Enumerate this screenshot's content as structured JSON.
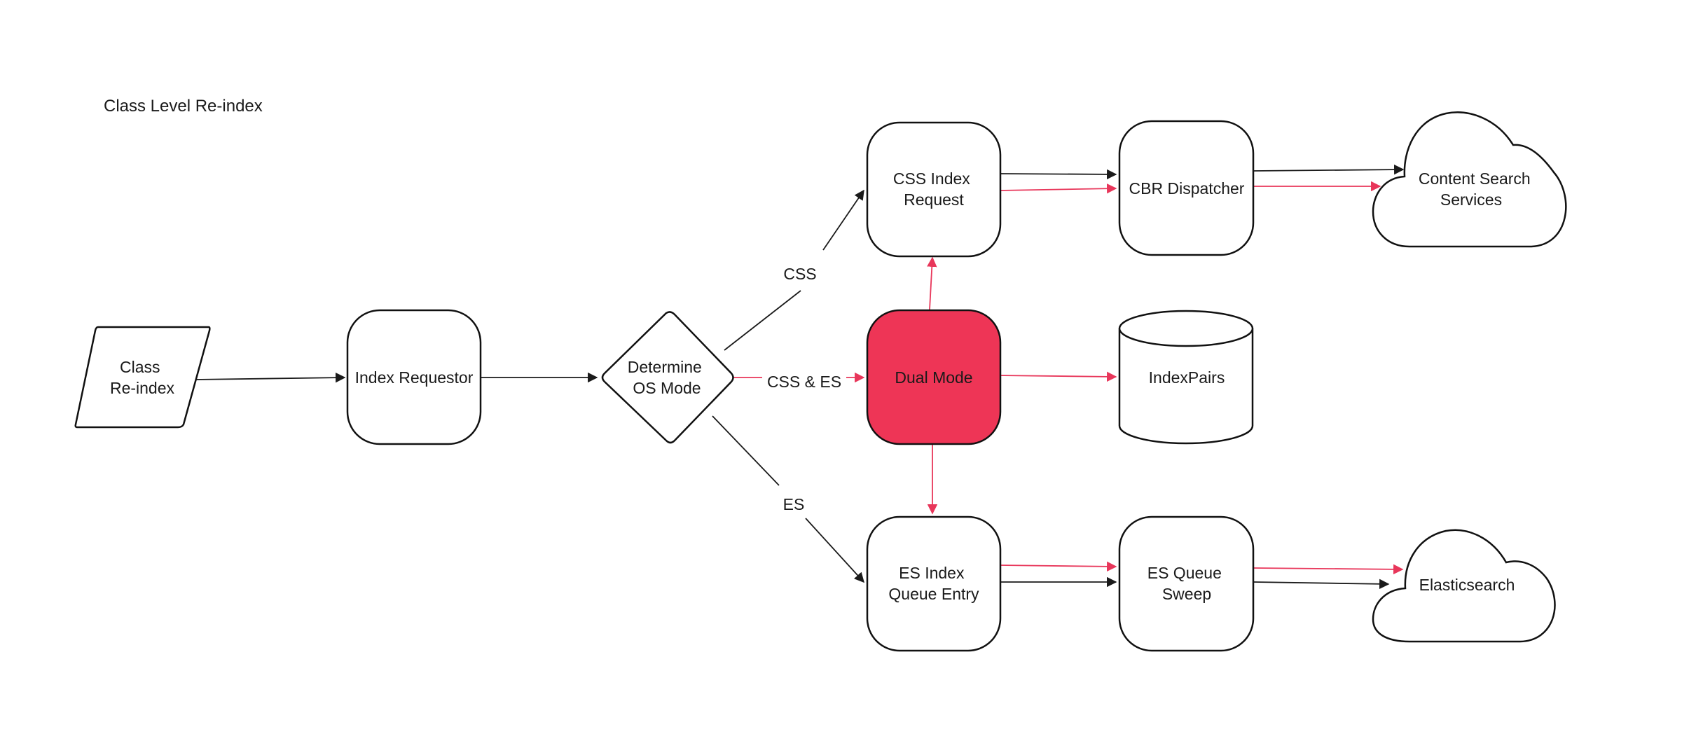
{
  "title": "Class Level Re-index",
  "colors": {
    "accent": "#ee3556",
    "edge_black": "#1a1a1a",
    "edge_red": "#e8365a"
  },
  "nodes": {
    "class_reindex": [
      "Class",
      "Re-index"
    ],
    "index_requestor": [
      "Index Requestor"
    ],
    "determine_os_mode": [
      "Determine",
      "OS Mode"
    ],
    "dual_mode": [
      "Dual Mode"
    ],
    "css_index_request": [
      "CSS Index",
      "Request"
    ],
    "cbr_dispatcher": [
      "CBR Dispatcher"
    ],
    "content_search_services": [
      "Content Search",
      "Services"
    ],
    "index_pairs": [
      "IndexPairs"
    ],
    "es_index_queue_entry": [
      "ES Index",
      "Queue Entry"
    ],
    "es_queue_sweep": [
      "ES Queue",
      "Sweep"
    ],
    "elasticsearch": [
      "Elasticsearch"
    ]
  },
  "edge_labels": {
    "css": "CSS",
    "css_es": "CSS & ES",
    "es": "ES"
  }
}
